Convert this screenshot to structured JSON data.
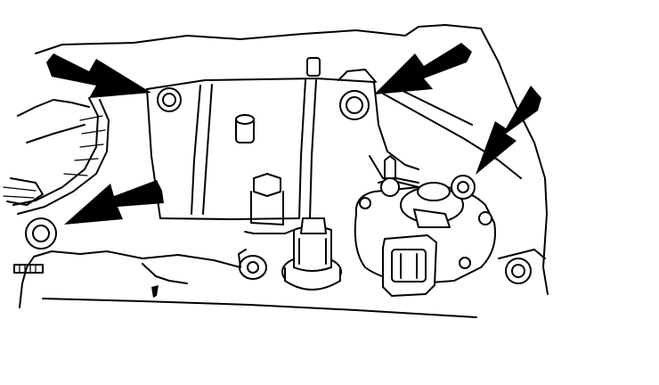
{
  "figure": {
    "type": "technical-line-drawing",
    "subject": "engine-component-assembly",
    "background": "#ffffff",
    "ink": "#000000",
    "callouts": [
      {
        "id": "arrow-upper-left",
        "points_to": "upper-left-bolt"
      },
      {
        "id": "arrow-upper-right",
        "points_to": "upper-bracket-bolt"
      },
      {
        "id": "arrow-right",
        "points_to": "right-side-bolt"
      },
      {
        "id": "arrow-lower-left",
        "points_to": "lower-left-bolt"
      }
    ]
  }
}
